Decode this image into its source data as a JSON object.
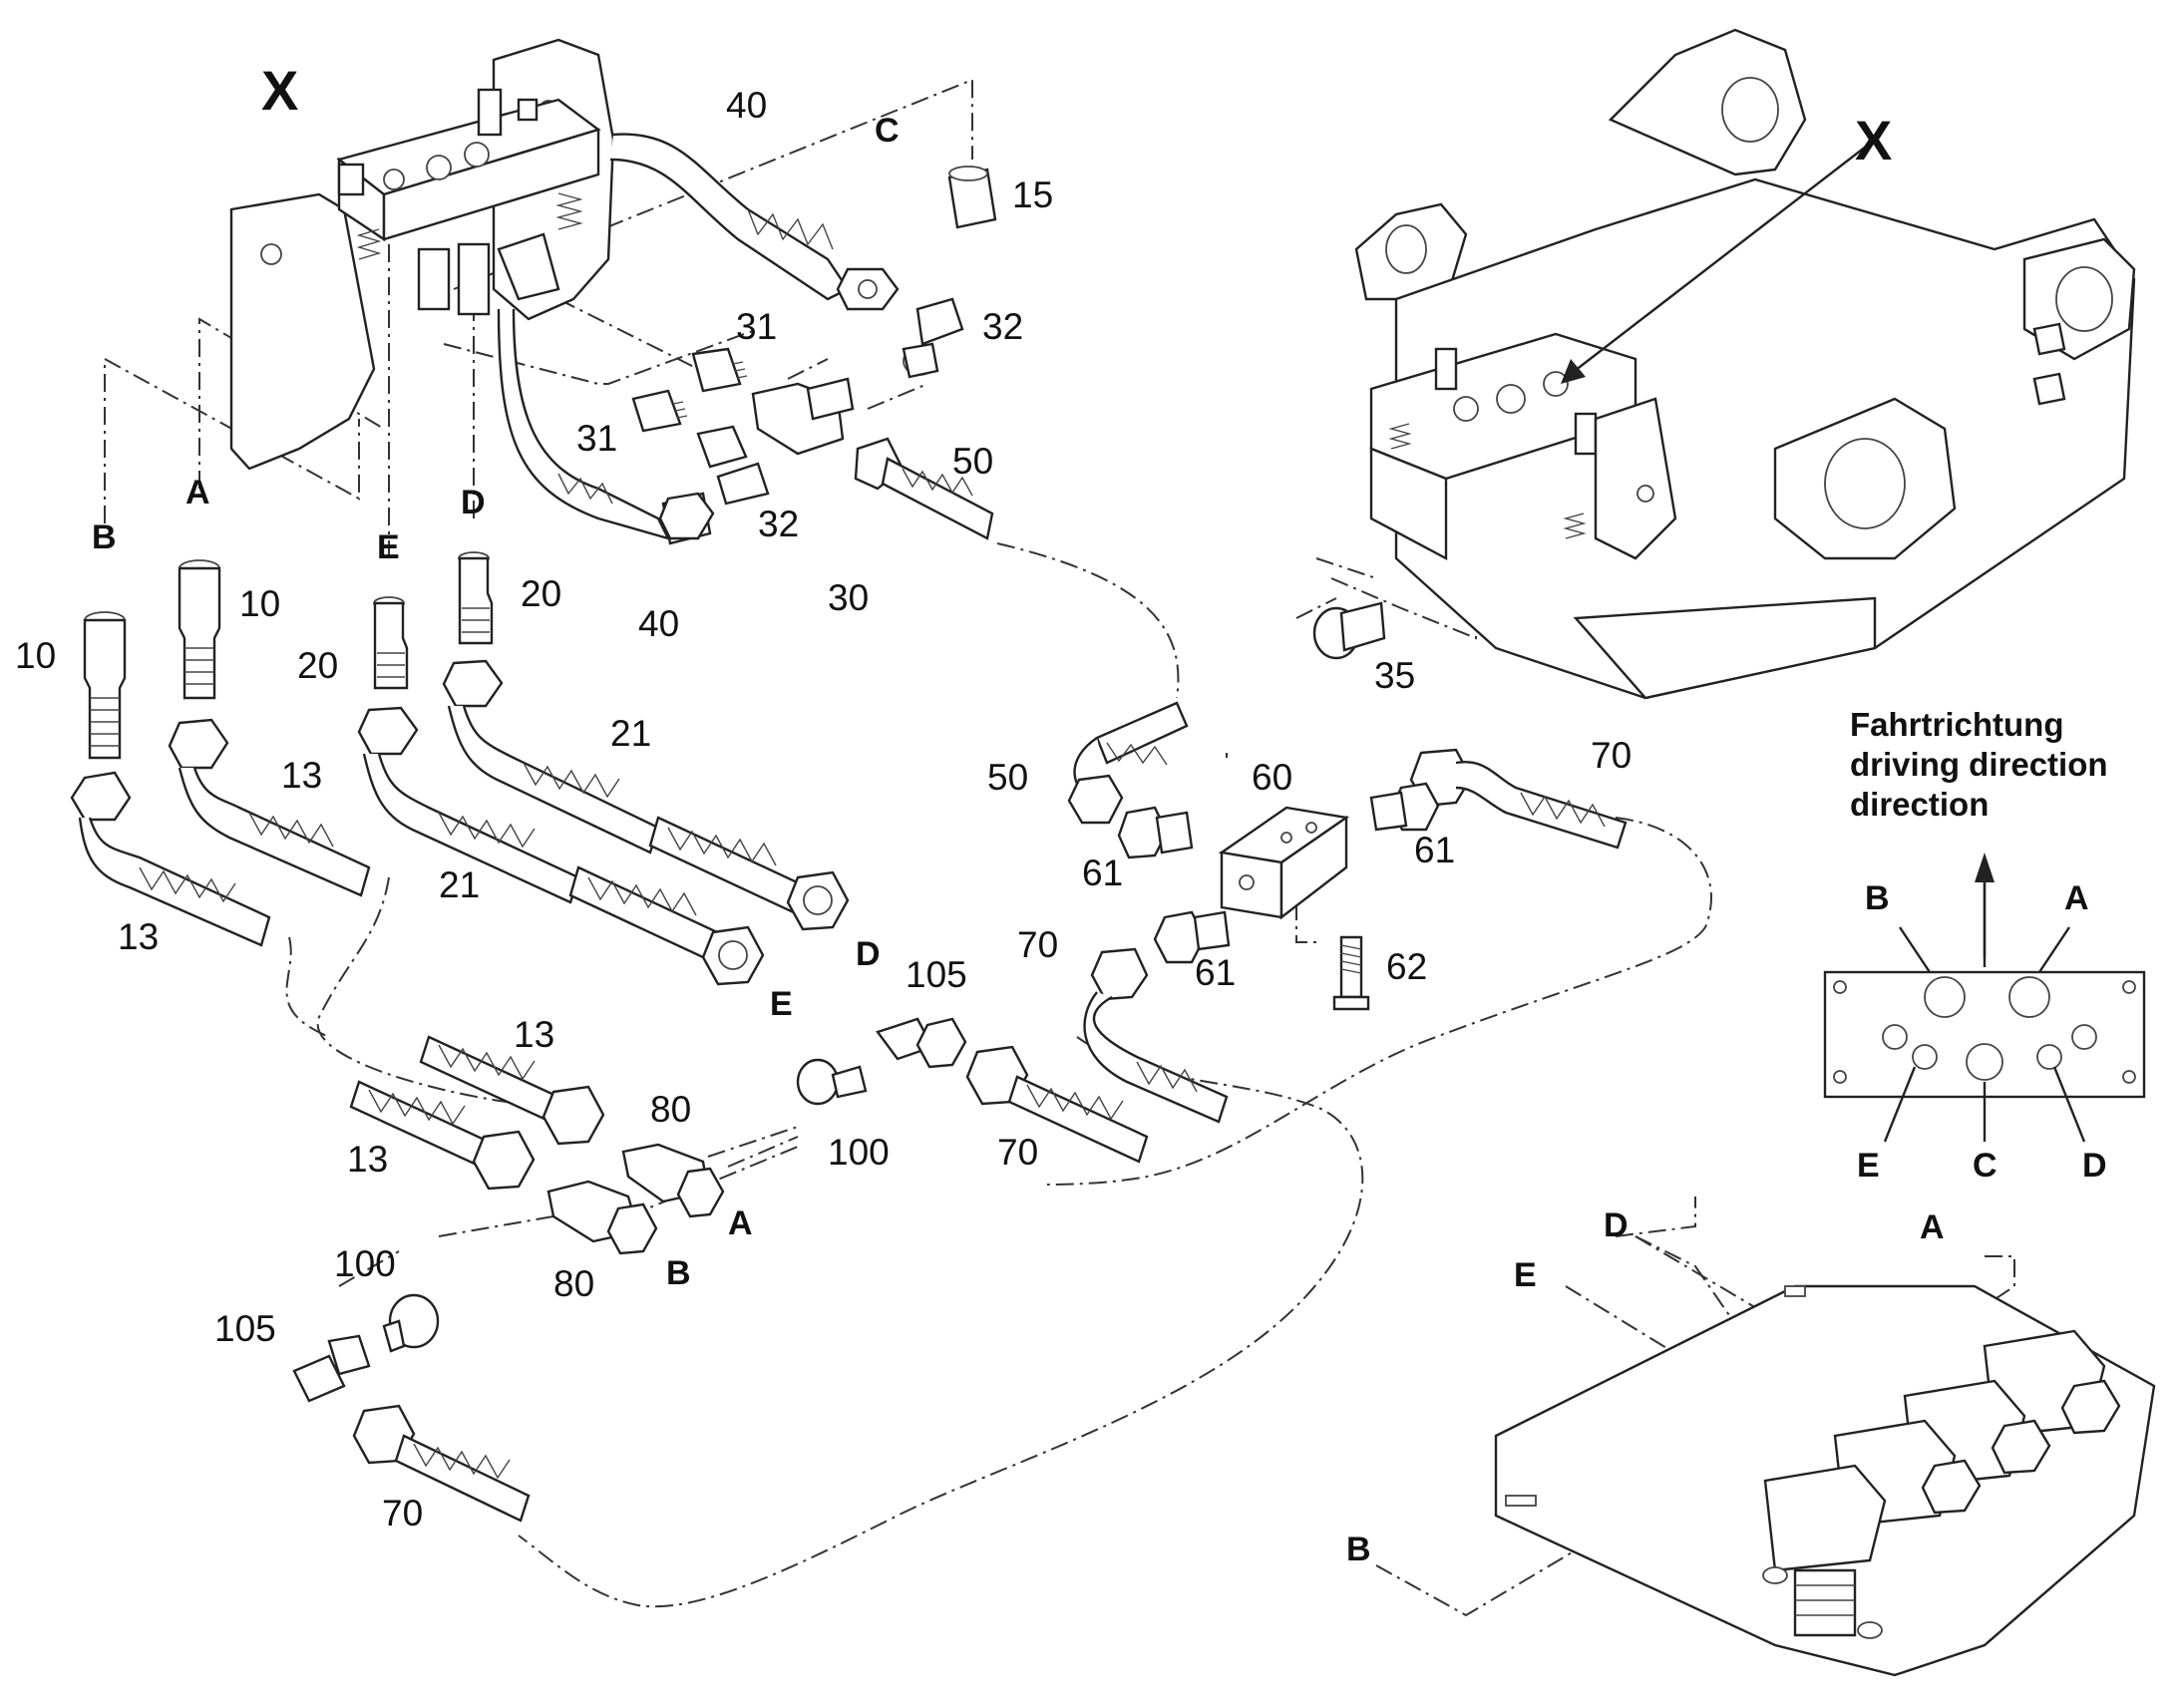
{
  "main_labels": {
    "X1": "X",
    "X2": "X",
    "n40a": "40",
    "C_top": "C",
    "n15": "15",
    "n31a": "31",
    "n32a": "32",
    "n31b": "31",
    "n32b": "32",
    "n50a": "50",
    "n30": "30",
    "n40b": "40",
    "B_top": "B",
    "A_top": "A",
    "E_top": "E",
    "D_top": "D",
    "n10a": "10",
    "n10b": "10",
    "n20a": "20",
    "n20b": "20",
    "n13a": "13",
    "n21a": "21",
    "n21b": "21",
    "n13b": "13",
    "D_mid": "D",
    "E_mid": "E",
    "n35": "35",
    "n50b": "50",
    "n60": "60",
    "n70a": "70",
    "n61a": "61",
    "n61b": "61",
    "n70b": "70",
    "n61c": "61",
    "n62": "62",
    "n105a": "105",
    "n13c": "13",
    "n13d": "13",
    "n80a": "80",
    "A_low": "A",
    "n100a": "100",
    "n70c": "70",
    "n100b": "100",
    "n80b": "80",
    "B_low": "B",
    "n105b": "105",
    "n70d": "70",
    "D_plate": "D",
    "A_plate": "A",
    "E_plate": "E",
    "B_plate": "B"
  },
  "legend": {
    "title_de": "Fahrtrichtung",
    "title_en": "driving direction",
    "title_other": "direction",
    "B": "B",
    "A": "A",
    "E": "E",
    "C": "C",
    "D": "D"
  }
}
